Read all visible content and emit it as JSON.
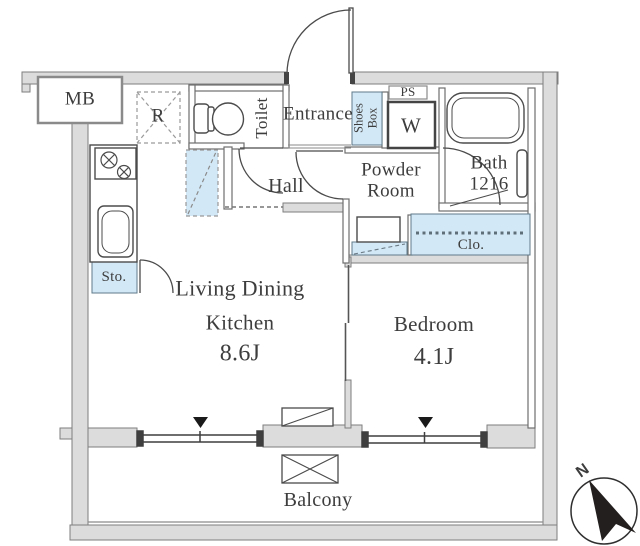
{
  "plan": {
    "rooms": {
      "mb": "MB",
      "refrigerator": "R",
      "toilet": "Toilet",
      "entrance": "Entrance",
      "shoes_box_line1": "Shoes",
      "shoes_box_line2": "Box",
      "ps": "PS",
      "washer": "W",
      "bath_line1": "Bath",
      "bath_line2": "1216",
      "powder_line1": "Powder",
      "powder_line2": "Room",
      "hall": "Hall",
      "closet": "Clo.",
      "storage": "Sto.",
      "ldk_line1": "Living Dining",
      "ldk_line2": "Kitchen",
      "ldk_size": "8.6J",
      "bedroom": "Bedroom",
      "bedroom_size": "4.1J",
      "balcony": "Balcony"
    },
    "compass": {
      "north": "N"
    },
    "colors": {
      "wall_fill": "#dcdcdc",
      "wall_edge": "#7e7e7e",
      "line": "#4b4b4b",
      "highlight_blue": "#d3e8f6",
      "text": "#3d3d3d"
    }
  }
}
